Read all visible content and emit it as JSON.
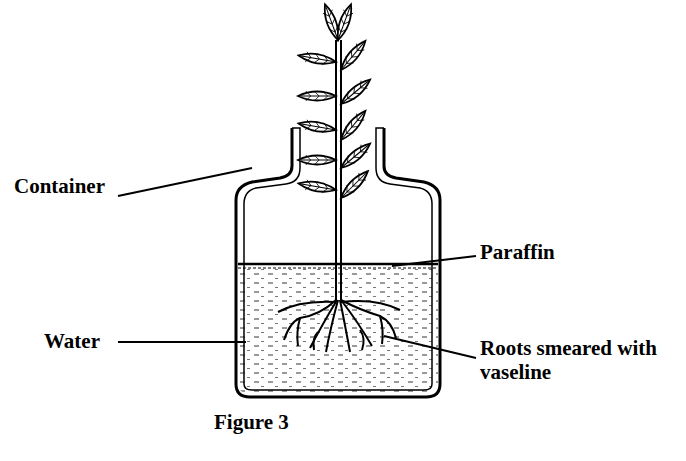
{
  "diagram": {
    "caption": "Figure 3",
    "labels": [
      "Container",
      "Paraffin",
      "Water",
      "Roots smeared with vaseline"
    ]
  }
}
